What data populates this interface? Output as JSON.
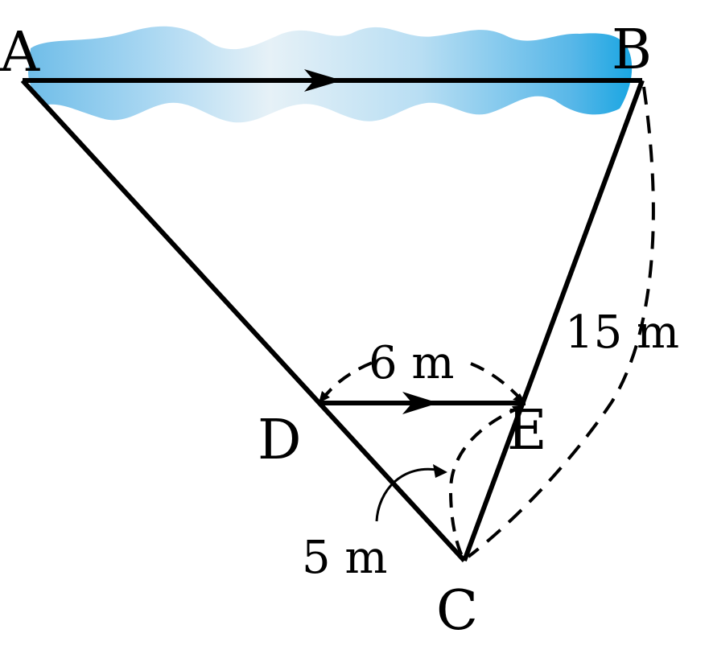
{
  "colors": {
    "line": "#000000",
    "river_light": "#dff0fa",
    "river_mid": "#a9d7f2",
    "river_dark": "#1aa6e2"
  },
  "points": {
    "A": "A",
    "B": "B",
    "C": "C",
    "D": "D",
    "E": "E"
  },
  "measurements": {
    "DE": "6 m",
    "DC": "5 m",
    "BC": "15 m"
  }
}
